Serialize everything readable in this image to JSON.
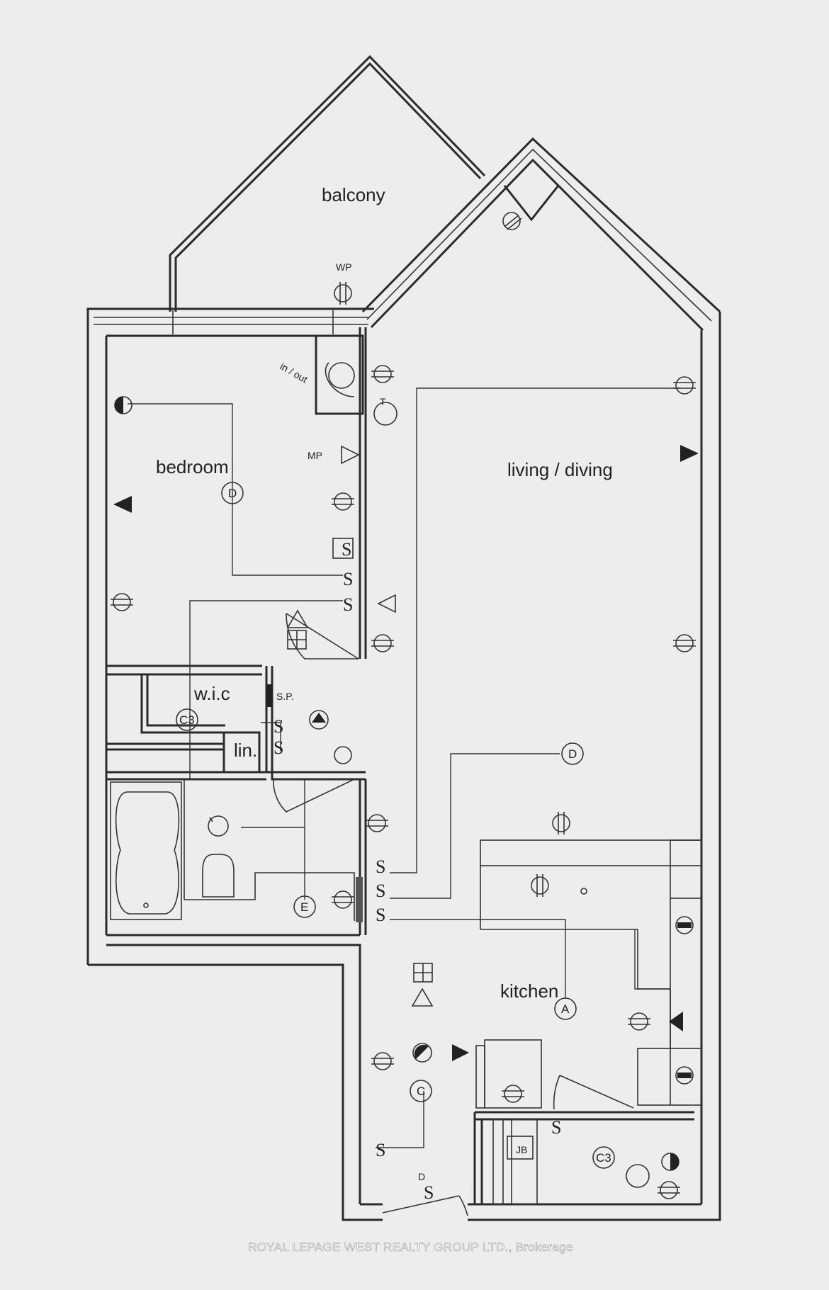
{
  "rooms": {
    "balcony": "balcony",
    "bedroom": "bedroom",
    "living": "living / diving",
    "wic": "w.i.c",
    "linen": "lin.",
    "kitchen": "kitchen"
  },
  "labels": {
    "wp": "WP",
    "mp": "MP",
    "sp": "S.P.",
    "d_door": "D",
    "jb": "JB",
    "handwritten": "in / out"
  },
  "circuits": {
    "bedroom": "D",
    "living": "D",
    "wic": "C3",
    "bath": "E",
    "kitchen_a": "A",
    "kitchen_c": "C",
    "laundry": "C3"
  },
  "switch_letter": "S",
  "thermostat": "T",
  "watermark": "ROYAL LEPAGE WEST REALTY GROUP LTD., Brokerage"
}
